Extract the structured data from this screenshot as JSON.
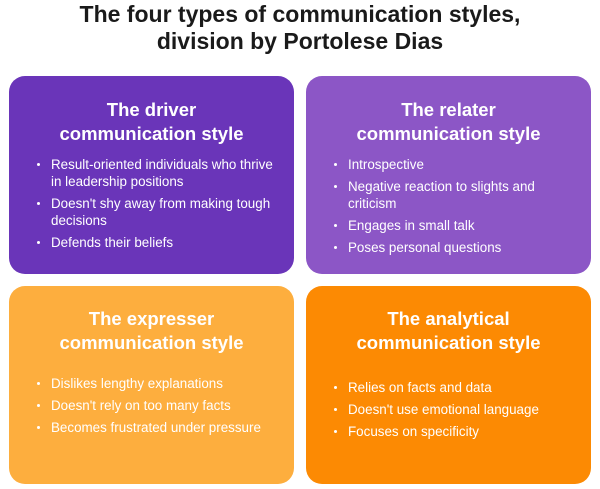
{
  "title": {
    "line1": "The four types of communication styles,",
    "line2": "division by Portolese Dias"
  },
  "cards": [
    {
      "title_line1": "The driver",
      "title_line2": "communication style",
      "color": "#6a35b9",
      "items": [
        "Result-oriented individuals who thrive in leadership positions",
        "Doesn't shy away from making tough decisions",
        "Defends their beliefs"
      ]
    },
    {
      "title_line1": "The relater",
      "title_line2": "communication style",
      "color": "#8c56c6",
      "items": [
        "Introspective",
        "Negative reaction to slights and criticism",
        "Engages in small talk",
        "Poses personal questions"
      ]
    },
    {
      "title_line1": "The expresser",
      "title_line2": "communication style",
      "color": "#fdae3e",
      "items": [
        "Dislikes lengthy explanations",
        "Doesn't rely on too many facts",
        "Becomes frustrated under pressure"
      ]
    },
    {
      "title_line1": "The analytical",
      "title_line2": "communication style",
      "color": "#fc8a03",
      "items": [
        "Relies on facts and data",
        "Doesn't use emotional language",
        "Focuses on specificity"
      ]
    }
  ]
}
